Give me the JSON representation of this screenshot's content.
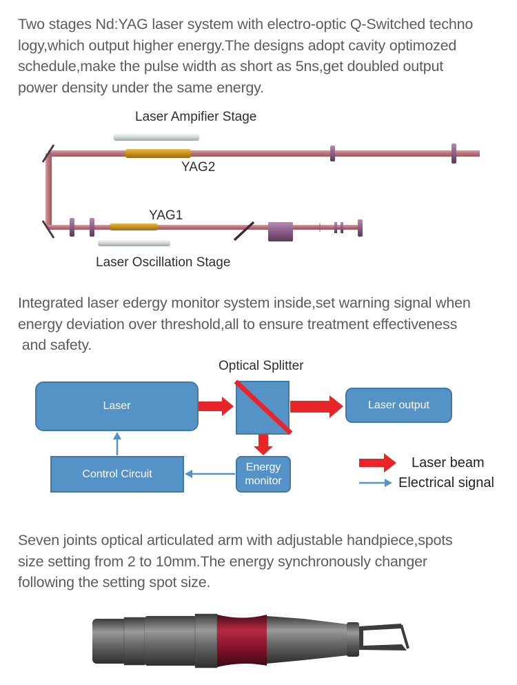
{
  "section1": {
    "paragraph_lines": [
      "Two stages Nd:YAG laser system with electro-optic Q-Switched techno",
      "logy,which output higher energy.The designs adopt cavity optimozed",
      "schedule,make the pulse width as short as 5ns,get doubled output",
      "power density under the same energy."
    ],
    "diagram": {
      "amplifier_stage_label": "Laser Ampifier Stage",
      "yag2_label": "YAG2",
      "yag1_label": "YAG1",
      "oscillation_stage_label": "Laser Oscillation Stage"
    }
  },
  "section2": {
    "paragraph_lines": [
      "Integrated laser edergy monitor system inside,set warning signal when",
      "energy deviation over threshold,all to ensure treatment  effectiveness",
      " and safety."
    ],
    "diagram": {
      "splitter_label": "Optical Splitter",
      "laser_box": "Laser",
      "laser_output_box": "Laser output",
      "control_circuit_box": "Control Circuit",
      "energy_monitor_box_line1": "Energy",
      "energy_monitor_box_line2": "monitor",
      "legend": {
        "laser_beam": "Laser beam",
        "electrical_signal": "Electrical signal"
      },
      "colors": {
        "box_fill": "#5592c6",
        "laser_beam": "#e8262a",
        "electrical_signal": "#5592c6"
      }
    }
  },
  "section3": {
    "paragraph_lines": [
      "Seven joints optical articulated arm with adjustable handpiece,spots",
      "size setting from 2 to 10mm.The energy synchronously changer",
      "following the setting spot size."
    ]
  }
}
